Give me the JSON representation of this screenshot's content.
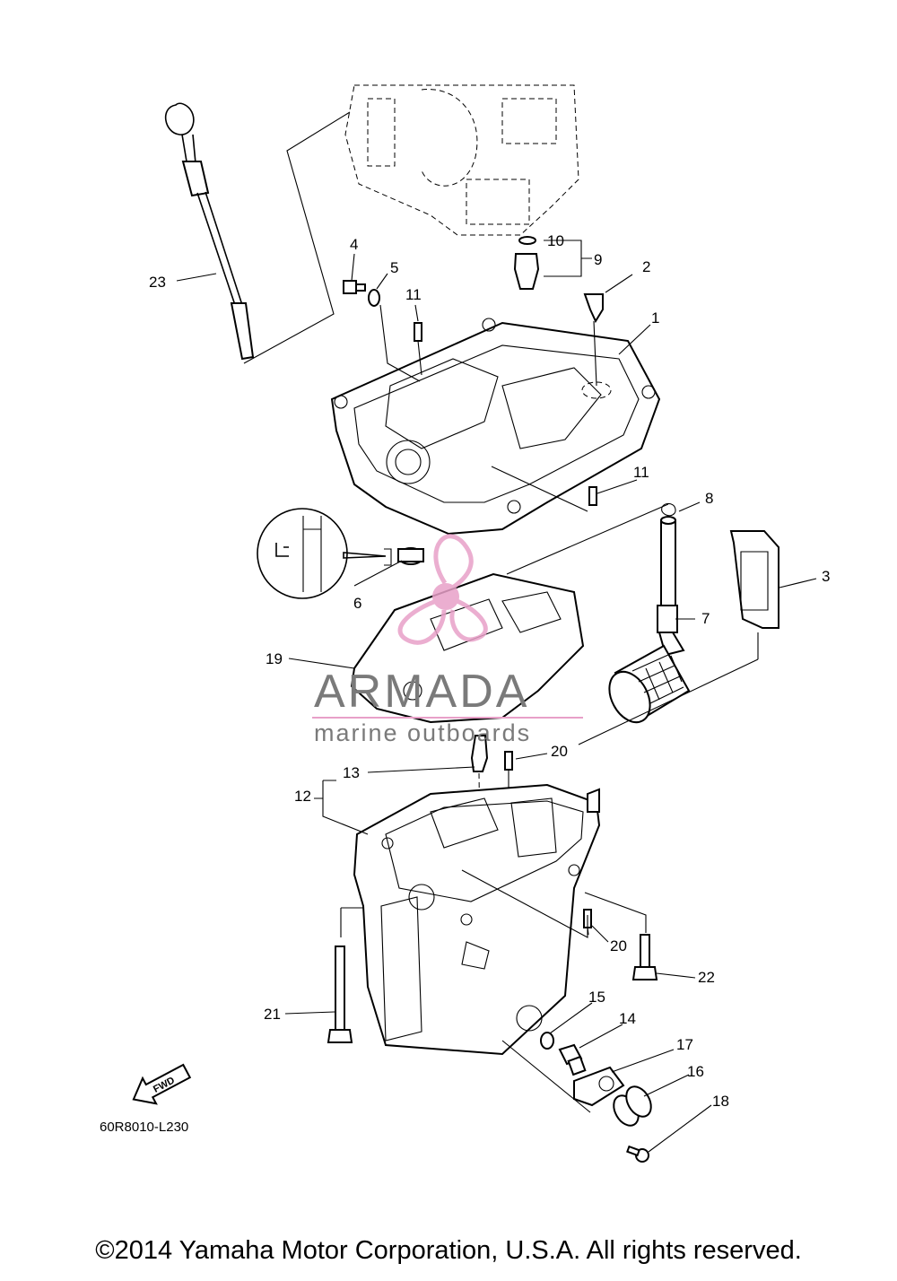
{
  "part_labels": {
    "p1": "1",
    "p2": "2",
    "p3": "3",
    "p4": "4",
    "p5": "5",
    "p6": "6",
    "p7": "7",
    "p8": "8",
    "p9": "9",
    "p10": "10",
    "p11a": "11",
    "p11b": "11",
    "p12": "12",
    "p13": "13",
    "p14": "14",
    "p15": "15",
    "p16": "16",
    "p17": "17",
    "p18": "18",
    "p19": "19",
    "p20a": "20",
    "p20b": "20",
    "p21": "21",
    "p22": "22",
    "p23": "23"
  },
  "diagram_code": "60R8010-L230",
  "fwd_label": "FWD",
  "watermark": {
    "brand": "ARMADA",
    "tagline": "marine outboards",
    "accent_color": "#e8a0c8"
  },
  "copyright": "©2014 Yamaha Motor Corporation, U.S.A. All rights reserved."
}
